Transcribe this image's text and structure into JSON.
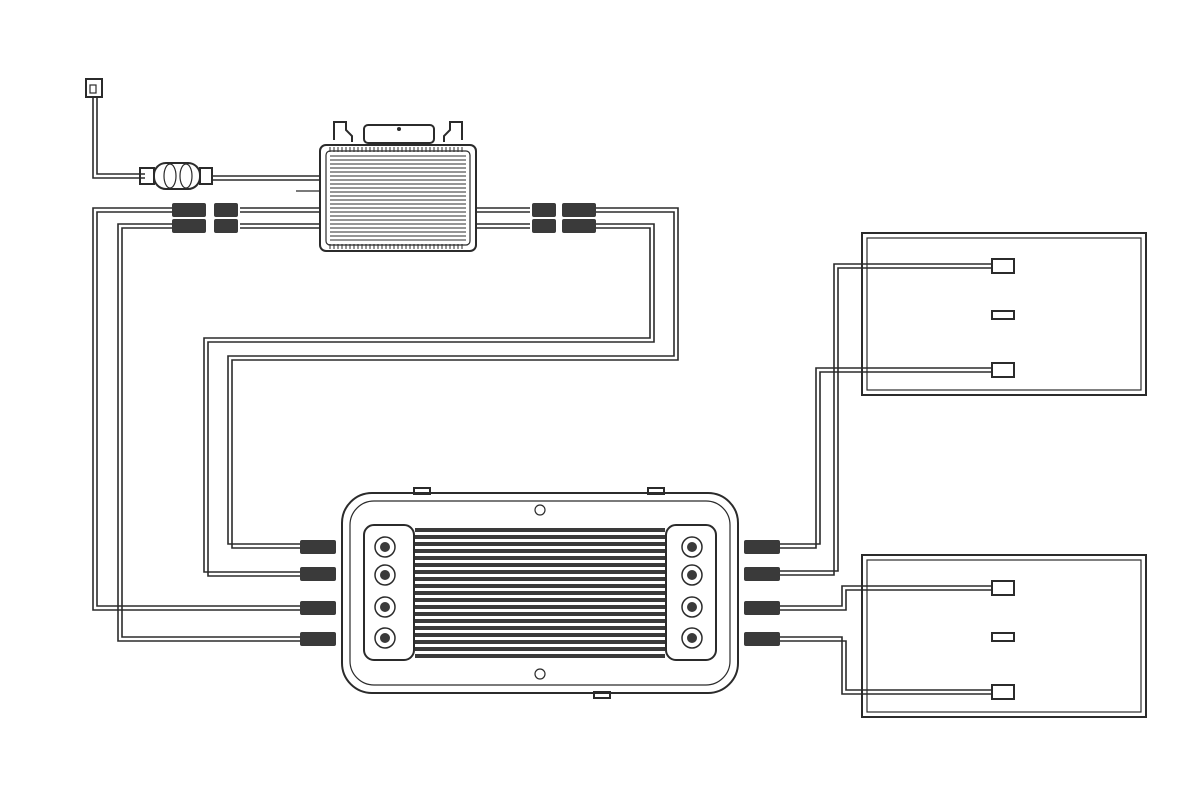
{
  "diagram": {
    "kind": "wiring-diagram",
    "components": [
      {
        "id": "ac-outlet",
        "icon": "wall-outlet-icon"
      },
      {
        "id": "ac-cable-junction",
        "icon": "cable-junction-icon"
      },
      {
        "id": "microinverter",
        "icon": "microinverter-icon"
      },
      {
        "id": "battery-unit",
        "icon": "battery-unit-icon"
      },
      {
        "id": "solar-panel-1",
        "icon": "solar-panel-icon"
      },
      {
        "id": "solar-panel-2",
        "icon": "solar-panel-icon"
      }
    ],
    "connections": [
      {
        "from": "ac-outlet",
        "to": "microinverter"
      },
      {
        "from": "microinverter",
        "to": "battery-unit",
        "count": 4
      },
      {
        "from": "solar-panel-1",
        "to": "battery-unit",
        "count": 2
      },
      {
        "from": "solar-panel-2",
        "to": "battery-unit",
        "count": 2
      }
    ],
    "colors": {
      "line": "#2b2b2b",
      "fill": "#ffffff",
      "dark": "#3a3a3a",
      "background": "#ffffff"
    }
  }
}
